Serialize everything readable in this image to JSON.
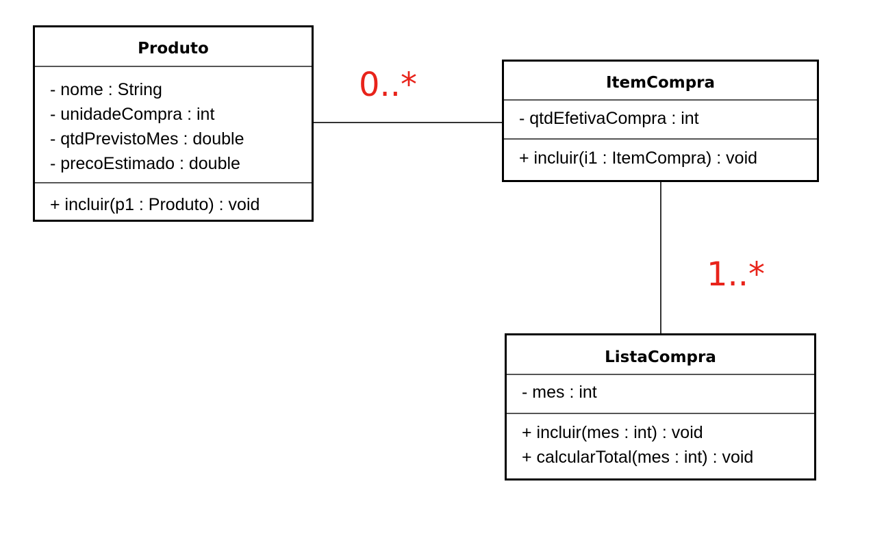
{
  "classes": {
    "produto": {
      "name": "Produto",
      "attributes": [
        "- nome : String",
        "- unidadeCompra : int",
        "- qtdPrevistoMes : double",
        "- precoEstimado : double"
      ],
      "methods": [
        "+ incluir(p1 : Produto) : void"
      ]
    },
    "itemcompra": {
      "name": "ItemCompra",
      "attributes": [
        "- qtdEfetivaCompra : int"
      ],
      "methods": [
        "+ incluir(i1 : ItemCompra) : void"
      ]
    },
    "listacompra": {
      "name": "ListaCompra",
      "attributes": [
        "- mes : int"
      ],
      "methods": [
        "+ incluir(mes : int) : void",
        "+ calcularTotal(mes : int) : void"
      ]
    }
  },
  "associations": [
    {
      "from": "Produto",
      "to": "ItemCompra",
      "multiplicity": "0..*"
    },
    {
      "from": "ItemCompra",
      "to": "ListaCompra",
      "multiplicity": "1..*"
    }
  ],
  "colors": {
    "multiplicity": "#e8231a",
    "border": "#000000",
    "background": "#ffffff"
  }
}
